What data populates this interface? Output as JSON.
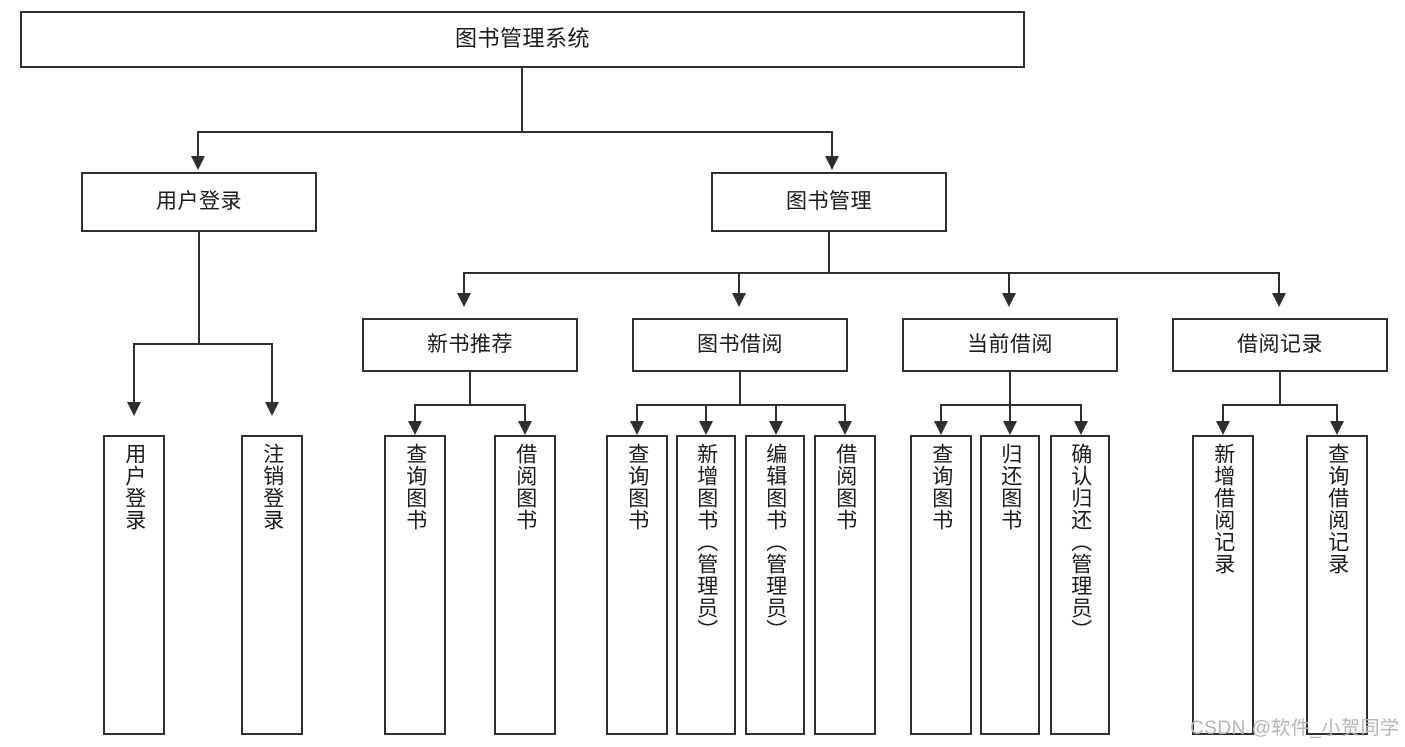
{
  "diagram": {
    "type": "tree-hierarchy-chart",
    "title": "图书管理系统",
    "colors": {
      "stroke": "#2f2f2f",
      "fill": "#ffffff",
      "text": "#1a1a1a",
      "watermark": "#b4b4b4"
    },
    "root": {
      "label": "图书管理系统"
    },
    "level2": [
      {
        "label": "用户登录"
      },
      {
        "label": "图书管理"
      }
    ],
    "level3": [
      {
        "label": "新书推荐"
      },
      {
        "label": "图书借阅"
      },
      {
        "label": "当前借阅"
      },
      {
        "label": "借阅记录"
      }
    ],
    "leaves": {
      "user_login": [
        {
          "label": "用户登录"
        },
        {
          "label": "注销登录"
        }
      ],
      "new_book_recommend": [
        {
          "label": "查询图书"
        },
        {
          "label": "借阅图书"
        }
      ],
      "book_borrow": [
        {
          "label": "查询图书"
        },
        {
          "label": "新增图书（管理员）"
        },
        {
          "label": "编辑图书（管理员）"
        },
        {
          "label": "借阅图书"
        }
      ],
      "current_borrow": [
        {
          "label": "查询图书"
        },
        {
          "label": "归还图书"
        },
        {
          "label": "确认归还（管理员）"
        }
      ],
      "borrow_record": [
        {
          "label": "新增借阅记录"
        },
        {
          "label": "查询借阅记录"
        }
      ]
    }
  },
  "watermark": {
    "text": "CSDN @软件_小贺同学"
  }
}
